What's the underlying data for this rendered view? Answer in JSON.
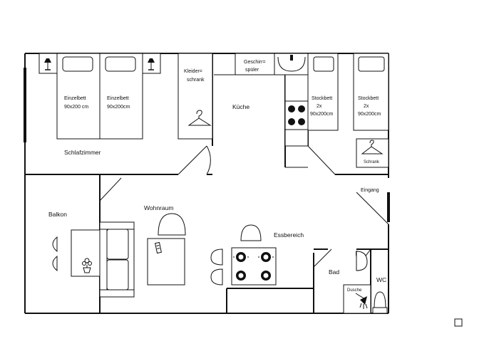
{
  "rooms": {
    "schlafzimmer": "Schlafzimmer",
    "kueche": "Küche",
    "wohnraum": "Wohnraum",
    "essbereich": "Essbereich",
    "balkon": "Balkon",
    "bad": "Bad",
    "wc": "WC",
    "eingang": "Eingang"
  },
  "furniture": {
    "bed_left": {
      "name": "Einzelbett",
      "size": "90x200 cm"
    },
    "bed_right": {
      "name": "Einzelbett",
      "size": "90x200cm"
    },
    "wardrobe_bedroom": {
      "line1": "Kleider=",
      "line2": "schrank"
    },
    "dishwasher": {
      "line1": "Geschirr=",
      "line2": "spüler"
    },
    "bunk_left": {
      "name": "Stockbett",
      "count": "2x",
      "size": "90x200cm"
    },
    "bunk_right": {
      "name": "Stockbett",
      "count": "2x",
      "size": "90x200cm"
    },
    "wardrobe_kids": "Schrank",
    "shower": "Dusche"
  }
}
